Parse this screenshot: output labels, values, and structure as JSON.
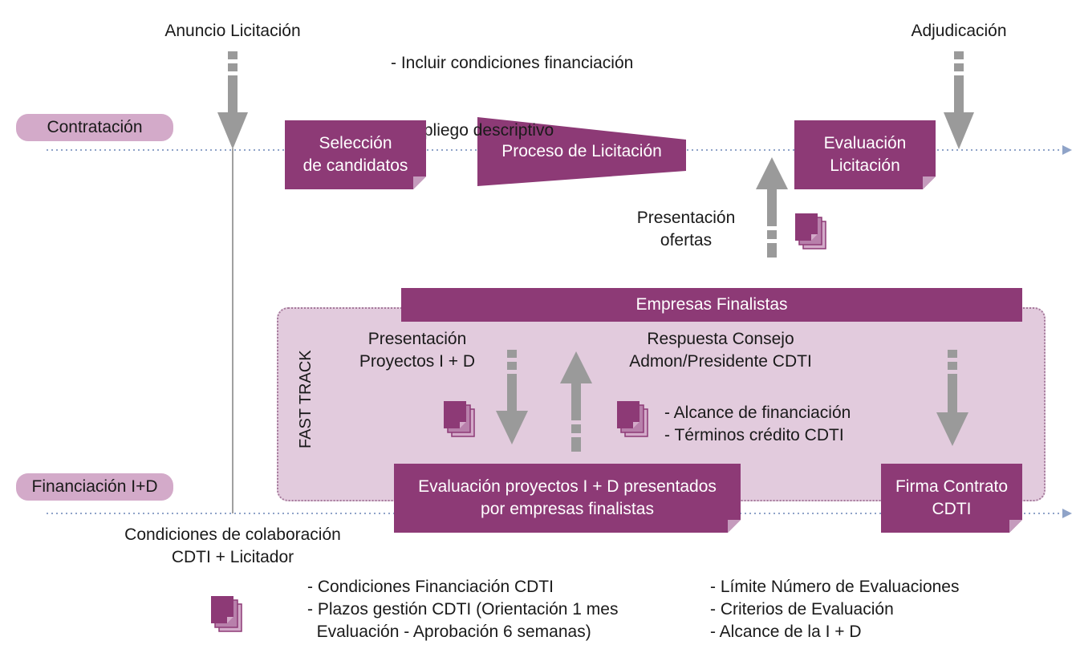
{
  "milestones": {
    "anuncio": "Anuncio Licitación",
    "adjudicacion": "Adjudicación"
  },
  "top_note": [
    "- Incluir condiciones financiación",
    "  en pliego descriptivo"
  ],
  "lanes": {
    "contratacion": "Contratación",
    "financiacion": "Financiación I+D"
  },
  "contratacion_steps": {
    "seleccion": [
      "Selección",
      "de candidatos"
    ],
    "proceso": "Proceso de Licitación",
    "evaluacion": [
      "Evaluación",
      "Licitación"
    ]
  },
  "presentacion_ofertas": [
    "Presentación",
    "ofertas"
  ],
  "fast_track": {
    "label": "FAST TRACK",
    "banner": "Empresas Finalistas",
    "presentacion_proyectos": [
      "Presentación",
      "Proyectos I + D"
    ],
    "respuesta": [
      "Respuesta Consejo",
      "Admon/Presidente CDTI"
    ],
    "respuesta_items": [
      "- Alcance de financiación",
      "- Términos crédito CDTI"
    ]
  },
  "financiacion_steps": {
    "evaluacion_proyectos": [
      "Evaluación proyectos I + D presentados",
      "por empresas finalistas"
    ],
    "firma": [
      "Firma Contrato",
      "CDTI"
    ]
  },
  "condiciones": [
    "Condiciones de colaboración",
    "CDTI + Licitador"
  ],
  "bottom_left_items": [
    "- Condiciones Financiación CDTI",
    "- Plazos gestión CDTI (Orientación 1 mes",
    "  Evaluación - Aprobación 6 semanas)"
  ],
  "bottom_right_items": [
    "- Límite Número de Evaluaciones",
    "- Criterios de Evaluación",
    "- Alcance de la I + D"
  ],
  "colors": {
    "purple": "#8d3a76",
    "light_purple": "#d3aac9",
    "fast_track_bg": "#e2cbdd",
    "arrow_gray": "#9a9a9a"
  }
}
